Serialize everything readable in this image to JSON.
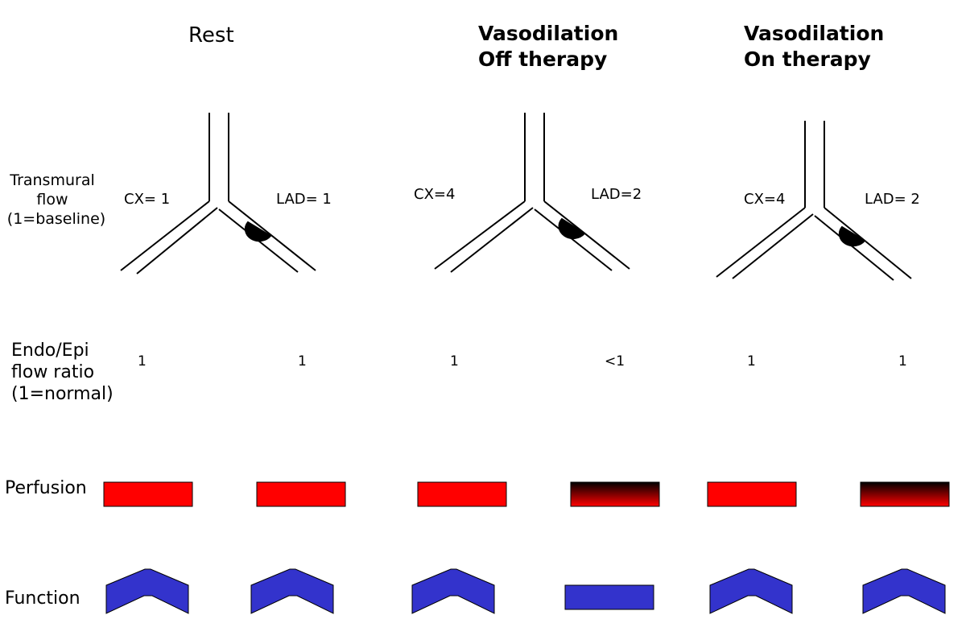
{
  "columns": [
    {
      "title": "Rest",
      "title_line2": ""
    },
    {
      "title": "Vasodilation",
      "title_line2": "Off therapy"
    },
    {
      "title": "Vasodilation",
      "title_line2": "On therapy"
    }
  ],
  "row_labels": {
    "transmural": [
      "Transmural",
      "flow",
      "(1=baseline)"
    ],
    "endo_epi": [
      "Endo/Epi",
      "flow ratio",
      "(1=normal)"
    ],
    "perfusion": "Perfusion",
    "function": "Function"
  },
  "flows": [
    {
      "cx": "CX= 1",
      "lad": "LAD= 1"
    },
    {
      "cx": "CX=4",
      "lad": "LAD=2"
    },
    {
      "cx": "CX=4",
      "lad": "LAD= 2"
    }
  ],
  "ratios": [
    "1",
    "1",
    "1",
    "<1",
    "1",
    "1"
  ],
  "perfusion_states": [
    "normal",
    "normal",
    "normal",
    "reduced",
    "normal",
    "reduced"
  ],
  "function_states": [
    "normal",
    "normal",
    "normal",
    "impaired",
    "normal",
    "normal"
  ],
  "colors": {
    "perfusion": "#ff0000",
    "perfusion_dark": "#000000",
    "function": "#3333cc",
    "stroke": "#000000"
  }
}
